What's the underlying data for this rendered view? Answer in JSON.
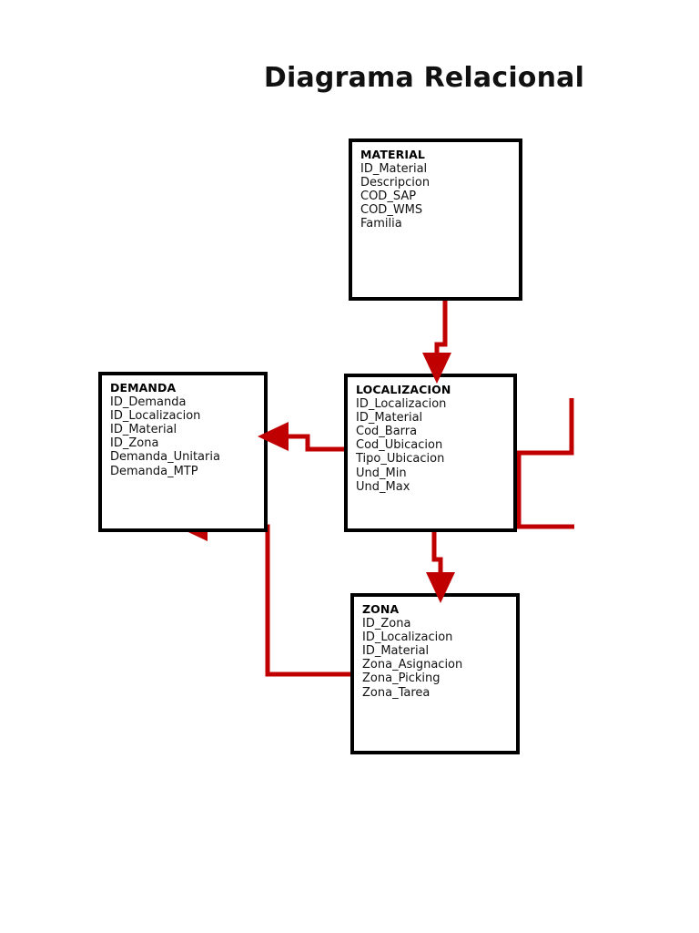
{
  "page": {
    "title": "Diagrama Relacional",
    "background_color": "#ffffff",
    "entity_border_color": "#000000",
    "relation_color": "#c00000",
    "text_color": "#111111"
  },
  "entities": [
    {
      "id": "material",
      "name": "MATERIAL",
      "fields": [
        "ID_Material",
        "Descripcion",
        "COD_SAP",
        "COD_WMS",
        "Familia"
      ]
    },
    {
      "id": "demanda",
      "name": "DEMANDA",
      "fields": [
        "ID_Demanda",
        "ID_Localizacion",
        "ID_Material",
        "ID_Zona",
        "Demanda_Unitaria",
        "Demanda_MTP"
      ]
    },
    {
      "id": "localizacion",
      "name": "LOCALIZACION",
      "fields": [
        "ID_Localizacion",
        "ID_Material",
        "Cod_Barra",
        "Cod_Ubicacion",
        "Tipo_Ubicacion",
        "Und_Min",
        "Und_Max"
      ]
    },
    {
      "id": "zona",
      "name": "ZONA",
      "fields": [
        "ID_Zona",
        "ID_Localizacion",
        "ID_Material",
        "Zona_Asignacion",
        "Zona_Picking",
        "Zona_Tarea"
      ]
    }
  ],
  "relations": [
    {
      "id": "material-to-localizacion",
      "from": "MATERIAL",
      "to": "LOCALIZACION",
      "arrowhead": "to"
    },
    {
      "id": "localizacion-to-demanda",
      "from": "LOCALIZACION",
      "to": "DEMANDA",
      "arrowhead": "to"
    },
    {
      "id": "localizacion-to-zona",
      "from": "LOCALIZACION",
      "to": "ZONA",
      "arrowhead": "to"
    },
    {
      "id": "zona-to-demanda",
      "from": "ZONA",
      "to": "DEMANDA",
      "arrowhead": "to"
    },
    {
      "id": "localizacion-self-right",
      "from": "LOCALIZACION",
      "to": "LOCALIZACION",
      "arrowhead": "none"
    }
  ]
}
